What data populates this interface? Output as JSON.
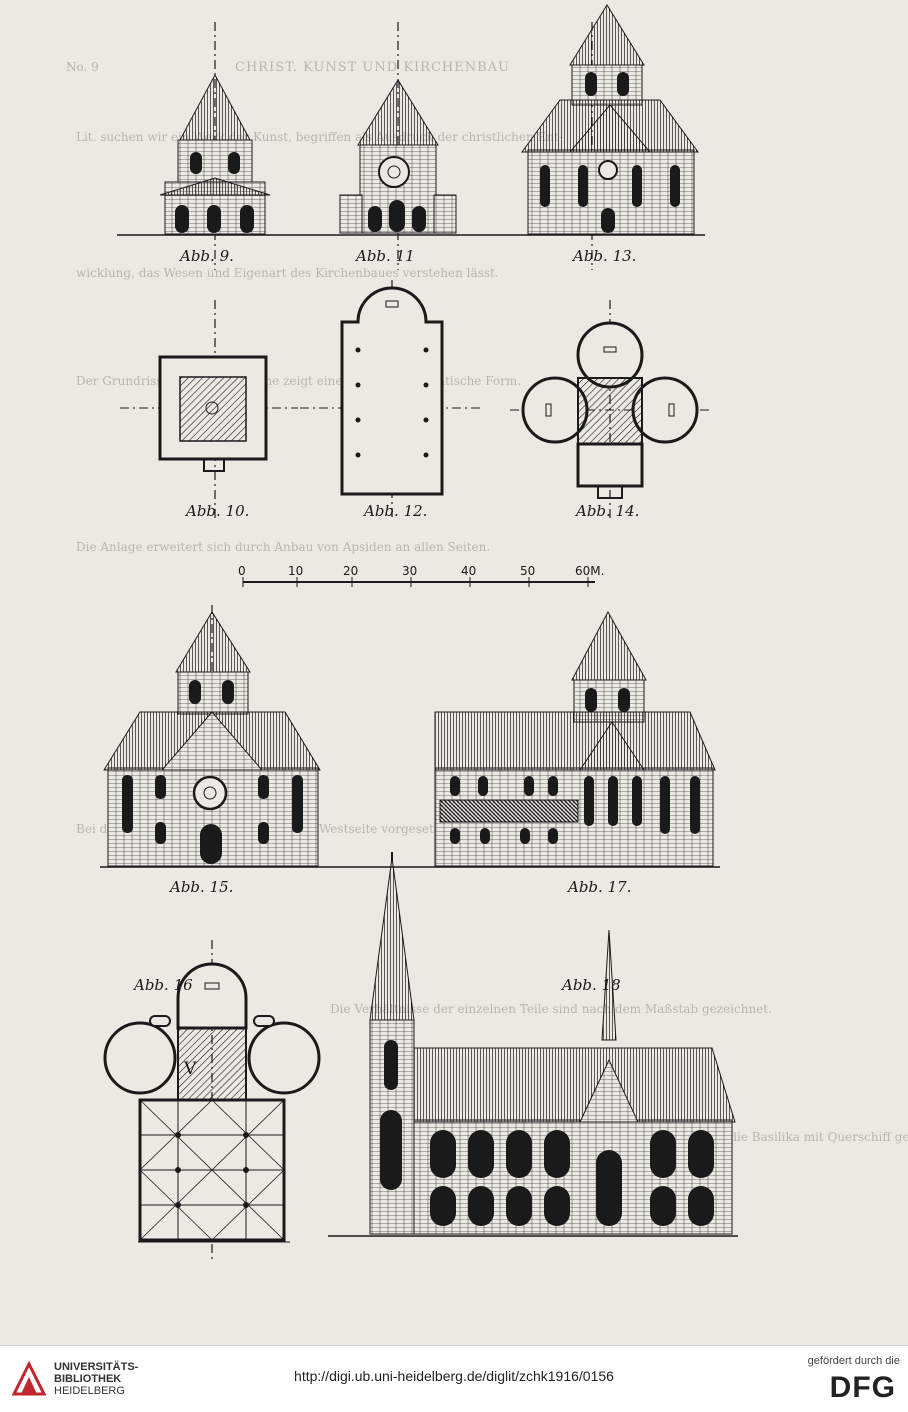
{
  "page": {
    "header": "CHRIST. KUNST UND KIRCHENBAU",
    "page_number": "No. 9",
    "bleed_lines": [
      "Lit. suchen wir ein Werk der Kunst, begriffen als Ausdruck der christlichen Ent-",
      "wicklung, das Wesen und Eigenart des Kirchenbaues verstehen lässt.",
      "Der Grundriss der kleinen Kirche zeigt eine einfache quadratische Form.",
      "Die Anlage erweitert sich durch Anbau von Apsiden an allen Seiten.",
      "Bei der Dorfkirche wurde ein Turm der Westseite vorgesetzt.",
      "Die Verhältnisse der einzelnen Teile sind nach dem Maßstab gezeichnet.",
      "Für die grössere Anlage ist die Basilika mit Querschiff gewählt."
    ],
    "figures": [
      {
        "id": "fig9",
        "caption": "Abb. 9."
      },
      {
        "id": "fig11",
        "caption": "Abb. 11"
      },
      {
        "id": "fig13",
        "caption": "Abb. 13."
      },
      {
        "id": "fig10",
        "caption": "Abb. 10."
      },
      {
        "id": "fig12",
        "caption": "Abb. 12."
      },
      {
        "id": "fig14",
        "caption": "Abb. 14."
      },
      {
        "id": "fig15",
        "caption": "Abb. 15."
      },
      {
        "id": "fig17",
        "caption": "Abb. 17."
      },
      {
        "id": "fig16",
        "caption": "Abb. 16"
      },
      {
        "id": "fig18",
        "caption": "Abb. 18"
      }
    ],
    "scale_bar": {
      "labels": [
        "0",
        "10",
        "20",
        "30",
        "40",
        "50",
        "60M."
      ]
    },
    "plan_marker": "V"
  },
  "footer": {
    "institution": [
      "UNIVERSITÄTS-",
      "BIBLIOTHEK",
      "HEIDELBERG"
    ],
    "url": "http://digi.ub.uni-heidelberg.de/diglit/zchk1916/0156",
    "funder_label": "gefördert durch die",
    "funder": "DFG",
    "colors": {
      "logo_red": "#c0262d",
      "ink": "#1a1a1a",
      "paper": "#ece9e2"
    }
  }
}
